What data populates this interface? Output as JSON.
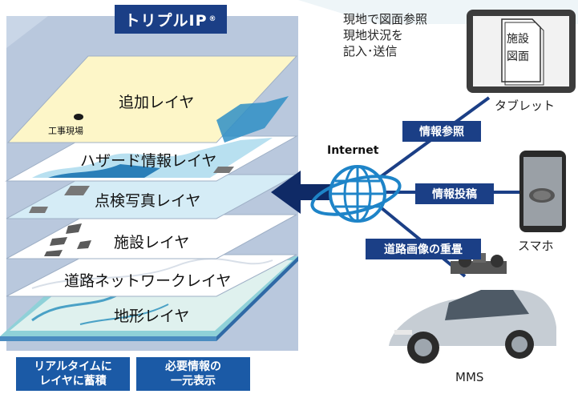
{
  "title": {
    "text": "トリプルIP",
    "mark": "®"
  },
  "layers": [
    {
      "label": "追加レイヤ"
    },
    {
      "label": "ハザード情報レイヤ"
    },
    {
      "label": "点検写真レイヤ"
    },
    {
      "label": "施設レイヤ"
    },
    {
      "label": "道路ネットワークレイヤ"
    },
    {
      "label": "地形レイヤ"
    }
  ],
  "site_label": "工事現場",
  "bottom_boxes": [
    {
      "line1": "リアルタイムに",
      "line2": "レイヤに蓄積"
    },
    {
      "line1": "必要情報の",
      "line2": "一元表示"
    }
  ],
  "internet_label": "Internet",
  "connections": [
    {
      "label": "情報参照"
    },
    {
      "label": "情報投稿"
    },
    {
      "label": "道路画像の重畳"
    }
  ],
  "tablet": {
    "note_lines": [
      "現地で図面参照",
      "現地状況を",
      "記入･送信"
    ],
    "doc_lines": [
      "施設",
      "図面"
    ],
    "caption": "タブレット"
  },
  "phone": {
    "caption": "スマホ"
  },
  "car": {
    "caption": "MMS"
  },
  "colors": {
    "navy": "#1b3f86",
    "blue": "#1b5aa6",
    "panel": "#b7c7de",
    "yellow": "#fdf6c8"
  }
}
